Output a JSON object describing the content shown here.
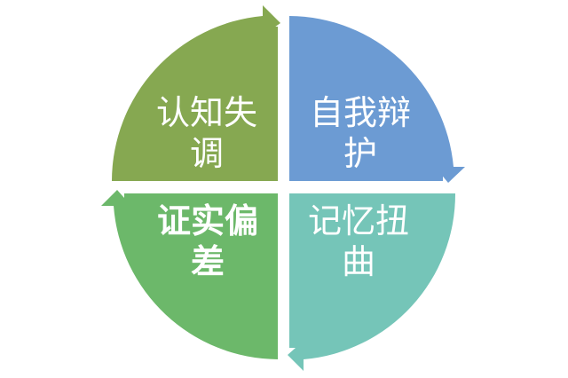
{
  "cycle": {
    "quadrants": [
      {
        "position": "top-left",
        "line1": "认知失",
        "line2": "调",
        "color": "#86A851",
        "bold": false
      },
      {
        "position": "top-right",
        "line1": "自我辩",
        "line2": "护",
        "color": "#6C9BD3",
        "bold": false
      },
      {
        "position": "bottom-right",
        "line1": "记忆扭",
        "line2": "曲",
        "color": "#75C5B8",
        "bold": false
      },
      {
        "position": "bottom-left",
        "line1": "证实偏",
        "line2": "差",
        "color": "#6CB86A",
        "bold": true
      }
    ]
  }
}
